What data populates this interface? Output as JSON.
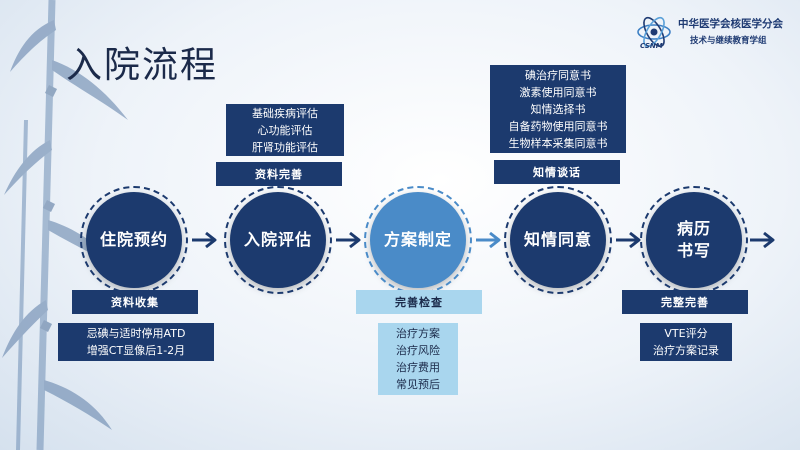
{
  "title": "入院流程",
  "logo": {
    "org": "中华医学会核医学分会",
    "group": "技术与继续教育学组",
    "tag": "CSNM"
  },
  "steps": [
    {
      "label": "住院预约"
    },
    {
      "label": "入院评估"
    },
    {
      "label": "方案制定"
    },
    {
      "label": "知情同意"
    },
    {
      "line1": "病历",
      "line2": "书写"
    }
  ],
  "annotations": {
    "reservation": {
      "header": "资料收集",
      "items": [
        "忌碘与适时停用ATD",
        "增强CT显像后1-2月"
      ]
    },
    "assessment": {
      "header": "资料完善",
      "items": [
        "基础疾病评估",
        "心功能评估",
        "肝肾功能评估"
      ]
    },
    "plan": {
      "header": "完善检查",
      "items": [
        "治疗方案",
        "治疗风险",
        "治疗费用",
        "常见预后"
      ]
    },
    "consent": {
      "header": "知情谈话",
      "items": [
        "碘治疗同意书",
        "激素使用同意书",
        "知情选择书",
        "自备药物使用同意书",
        "生物样本采集同意书"
      ]
    },
    "record": {
      "header": "完整完善",
      "items": [
        "VTE评分",
        "治疗方案记录"
      ]
    }
  },
  "colors": {
    "primary": "#1c3a6e",
    "highlight": "#4a8bc8",
    "light_box": "#a9d6ee"
  }
}
